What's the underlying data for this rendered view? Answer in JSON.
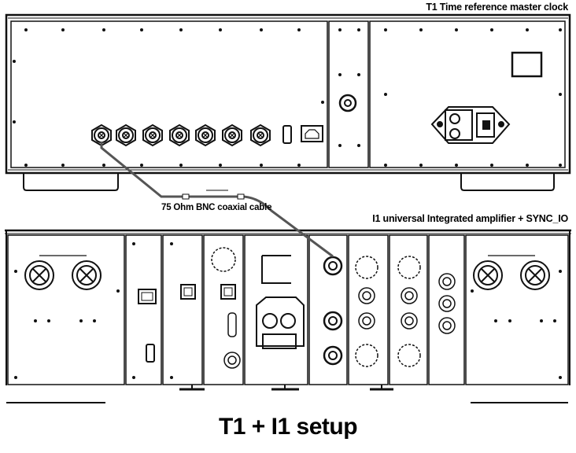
{
  "labels": {
    "t1_device": "T1 Time reference master clock",
    "cable": "75 Ohm BNC coaxial cable",
    "i1_device": "I1 universal Integrated amplifier + SYNC_IO",
    "title": "T1 + I1 setup"
  },
  "colors": {
    "stroke": "#111111",
    "cable": "#555555",
    "background": "#ffffff"
  }
}
